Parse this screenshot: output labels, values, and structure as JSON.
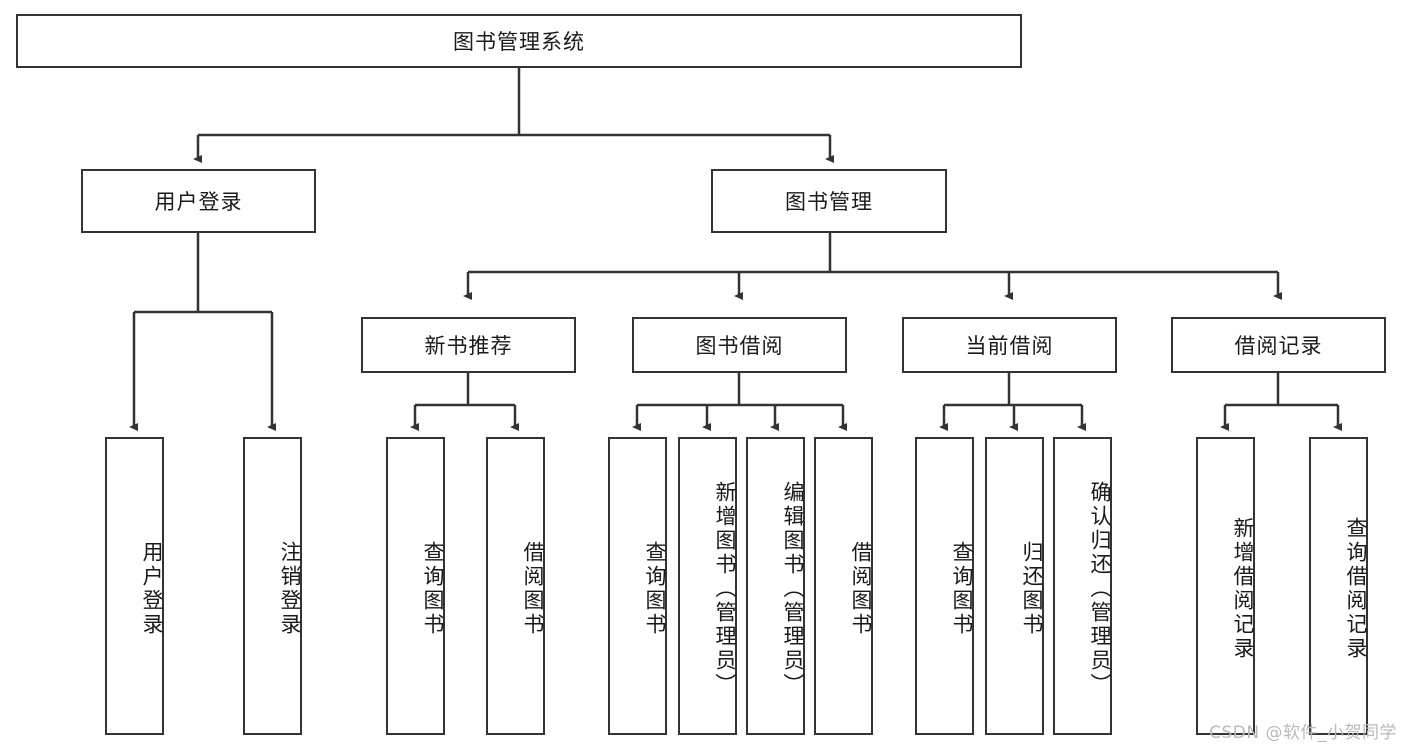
{
  "diagram": {
    "title": "图书管理系统",
    "type": "tree-hierarchy-chart",
    "root": {
      "label": "图书管理系统",
      "id": "root"
    },
    "level1": [
      {
        "id": "user-login",
        "label": "用户登录"
      },
      {
        "id": "book-management",
        "label": "图书管理"
      }
    ],
    "level2": [
      {
        "id": "new-book-recommend",
        "label": "新书推荐",
        "parent": "book-management"
      },
      {
        "id": "book-borrow",
        "label": "图书借阅",
        "parent": "book-management"
      },
      {
        "id": "current-borrow",
        "label": "当前借阅",
        "parent": "book-management"
      },
      {
        "id": "borrow-record",
        "label": "借阅记录",
        "parent": "book-management"
      }
    ],
    "leaves": {
      "user_login": [
        {
          "id": "leaf-user-login",
          "label": "用户登录"
        },
        {
          "id": "leaf-logout-login",
          "label": "注销登录"
        }
      ],
      "new_book_recommend": [
        {
          "id": "leaf-query-book-1",
          "label": "查询图书"
        },
        {
          "id": "leaf-borrow-book-1",
          "label": "借阅图书"
        }
      ],
      "book_borrow": [
        {
          "id": "leaf-query-book-2",
          "label": "查询图书"
        },
        {
          "id": "leaf-add-book",
          "label": "新增图书（管理员）"
        },
        {
          "id": "leaf-edit-book",
          "label": "编辑图书（管理员）"
        },
        {
          "id": "leaf-borrow-book-2",
          "label": "借阅图书"
        }
      ],
      "current_borrow": [
        {
          "id": "leaf-query-book-3",
          "label": "查询图书"
        },
        {
          "id": "leaf-return-book",
          "label": "归还图书"
        },
        {
          "id": "leaf-confirm-return",
          "label": "确认归还（管理员）"
        }
      ],
      "borrow_record": [
        {
          "id": "leaf-add-record",
          "label": "新增借阅记录"
        },
        {
          "id": "leaf-query-record",
          "label": "查询借阅记录"
        }
      ]
    },
    "colors": {
      "stroke": "#333333",
      "fill": "#ffffff",
      "text": "#1a1a1a",
      "watermark": "#b9b9b9"
    }
  },
  "watermark": {
    "text": "CSDN @软件_小贺同学"
  }
}
